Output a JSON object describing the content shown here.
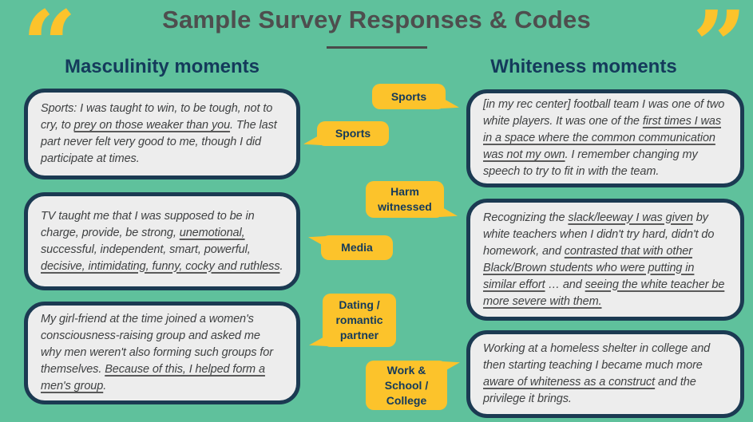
{
  "title": "Sample Survey Responses & Codes",
  "open_quote": "“",
  "close_quote": "”",
  "left_column": {
    "heading": "Masculinity moments",
    "boxes": [
      {
        "segments": [
          {
            "t": "Sports: I was taught to win, to be tough, not to cry, to "
          },
          {
            "t": "prey on those weaker than you",
            "u": true
          },
          {
            "t": ".  The last part never felt very good to me, though I did participate at times."
          }
        ]
      },
      {
        "segments": [
          {
            "t": "TV taught me that I was supposed to be in charge, provide, be strong, "
          },
          {
            "t": "unemotional,",
            "u": true
          },
          {
            "t": " successful, independent, smart, powerful, "
          },
          {
            "t": "decisive, intimidating, funny, cocky and ruthless",
            "u": true
          },
          {
            "t": "."
          }
        ]
      },
      {
        "segments": [
          {
            "t": "My girl-friend at the time joined a women's consciousness-raising group and asked me why men weren't also forming such groups for themselves. "
          },
          {
            "t": "Because of this, I helped form a men's group",
            "u": true
          },
          {
            "t": "."
          }
        ]
      }
    ]
  },
  "right_column": {
    "heading": "Whiteness moments",
    "boxes": [
      {
        "segments": [
          {
            "t": "[in my rec center] football team I was one of two white players. It was one of the "
          },
          {
            "t": "first times I was in a space where the common communication was not my own",
            "u": true
          },
          {
            "t": ". I remember changing my speech to try to fit in with the team."
          }
        ]
      },
      {
        "segments": [
          {
            "t": "Recognizing the "
          },
          {
            "t": "slack/leeway I was given",
            "u": true
          },
          {
            "t": " by white teachers when I didn't try hard, didn't do homework, and "
          },
          {
            "t": "contrasted that with other Black/Brown students who were putting in similar effort",
            "u": true
          },
          {
            "t": " … and "
          },
          {
            "t": "seeing the white teacher be more severe with them.",
            "u": true
          }
        ]
      },
      {
        "segments": [
          {
            "t": "Working at a homeless shelter in college and then starting teaching I became much more "
          },
          {
            "t": "aware of whiteness as a construct",
            "u": true
          },
          {
            "t": " and the privilege it brings."
          }
        ]
      }
    ]
  },
  "labels": {
    "sports_right": "Sports",
    "sports_left": "Sports",
    "harm_witnessed": "Harm witnessed",
    "media": "Media",
    "dating": "Dating / romantic partner",
    "work_school": "Work & School / College"
  },
  "colors": {
    "background": "#5fc19c",
    "accent_yellow": "#fcc32b",
    "heading_navy": "#143a5b",
    "box_border": "#1b3a52",
    "box_fill": "#ededed",
    "body_text": "#3f4142",
    "title_gray": "#4e4e4e"
  }
}
